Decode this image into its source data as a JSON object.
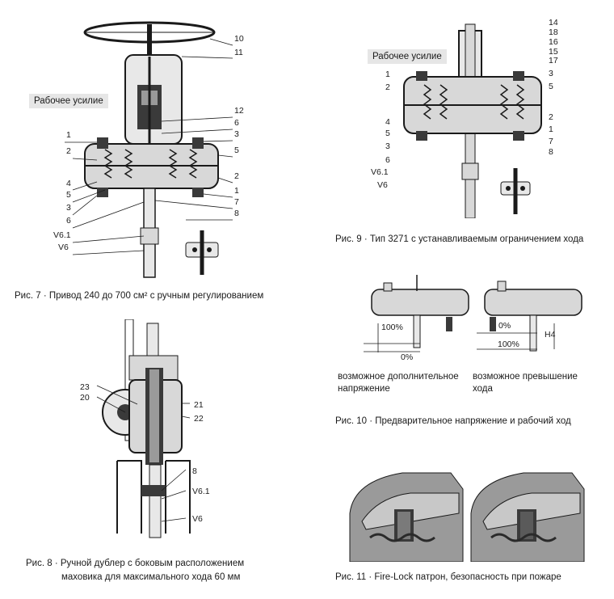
{
  "fig7": {
    "tag": "Рабочее усилие",
    "caption": "Рис. 7  ·  Привод 240 до 700 см² с ручным регулированием",
    "labels_right": [
      "10",
      "11",
      "12",
      "6",
      "3",
      "5",
      "2",
      "1",
      "7",
      "8"
    ],
    "labels_left": [
      "1",
      "2",
      "4",
      "5",
      "3",
      "6",
      "V6.1",
      "V6"
    ]
  },
  "fig8": {
    "caption_line1": "Рис. 8  ·  Ручной дублер с боковым расположением",
    "caption_line2": "маховика для максимального хода 60 мм",
    "labels_left": [
      "23",
      "20"
    ],
    "labels_right": [
      "21",
      "22",
      "8",
      "V6.1",
      "V6"
    ]
  },
  "fig9": {
    "tag": "Рабочее усилие",
    "caption": "Рис. 9 · Тип 3271 с устанавливаемым ограничением хода",
    "labels_right": [
      "14",
      "18",
      "16",
      "15",
      "17",
      "3",
      "5",
      "2",
      "1",
      "7",
      "8"
    ],
    "labels_left": [
      "1",
      "2",
      "4",
      "5",
      "3",
      "6",
      "V6.1",
      "V6"
    ]
  },
  "fig10": {
    "caption": "Рис. 10  ·  Предварительное напряжение и рабочий ход",
    "left_pct_top": "100%",
    "left_pct_bottom": "0%",
    "left_note_1": "возможное дополнительное",
    "left_note_2": "напряжение",
    "right_pct_top": "0%",
    "right_pct_bottom": "100%",
    "right_h": "H4",
    "right_note_1": "возможное превышение",
    "right_note_2": "хода"
  },
  "fig11": {
    "caption": "Рис. 11  ·  Fire-Lock патрон, безопасность при пожаре"
  },
  "colors": {
    "diagram_fill": "#d8d8d8",
    "dark_fill": "#3a3a3a",
    "line": "#1a1a1a",
    "tag_bg": "#e6e6e6"
  }
}
